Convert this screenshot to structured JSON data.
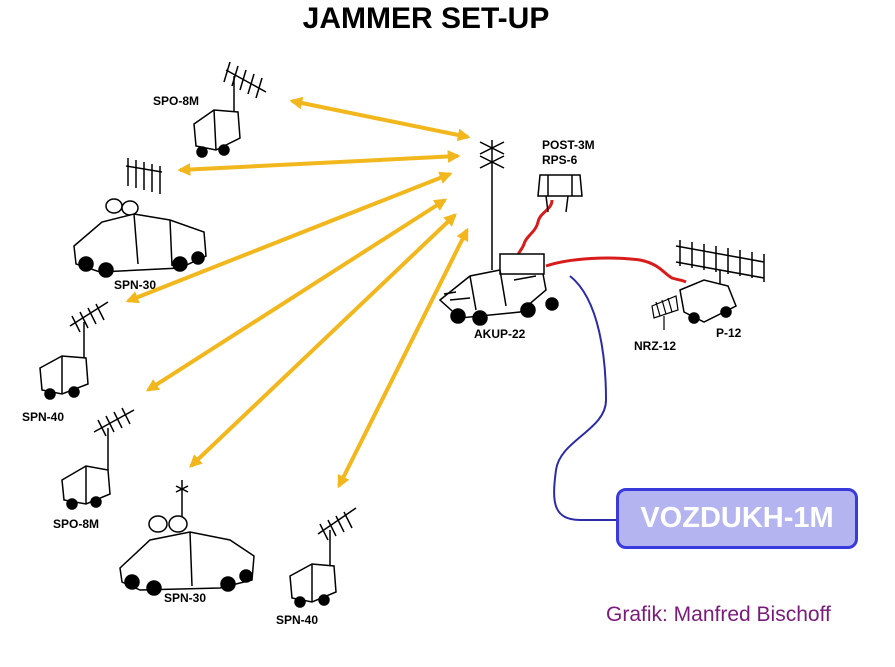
{
  "title": "JAMMER SET-UP",
  "units": {
    "spo8m_top": "SPO-8M",
    "spn30_top": "SPN-30",
    "spn40_left": "SPN-40",
    "spo8m_bottom": "SPO-8M",
    "spn30_bottom": "SPN-30",
    "spn40_bottom": "SPN-40",
    "akup22": "AKUP-22",
    "post3m": "POST-3M",
    "rps6": "RPS-6",
    "nrz12": "NRZ-12",
    "p12": "P-12"
  },
  "command_box": "VOZDUKH-1M",
  "credit": "Grafik: Manfred Bischoff",
  "colors": {
    "radio_link": "#f2b71c",
    "cable_red": "#d81c1c",
    "cable_blue": "#2b2ba8",
    "box_fill": "#b4b4f0",
    "box_border": "#3a3adc",
    "credit": "#7a1a7a"
  }
}
